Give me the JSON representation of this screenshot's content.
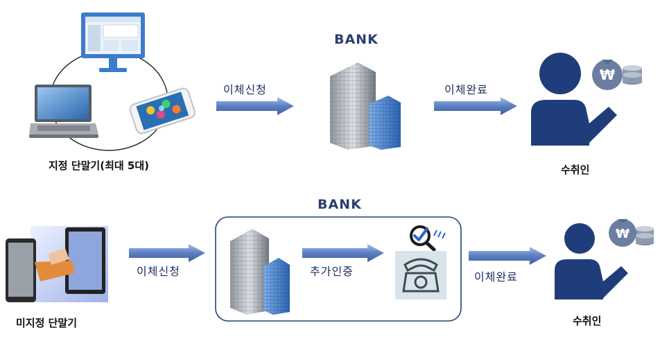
{
  "top_row": {
    "devices_caption": "지정 단말기(최대 5대)",
    "bank_title": "BANK",
    "request_label": "이체신청",
    "complete_label": "이체완료",
    "recipient_caption": "수취인"
  },
  "bottom_row": {
    "device_caption": "미지정 단말기",
    "bank_title": "BANK",
    "request_label": "이체신청",
    "auth_label": "추가인증",
    "complete_label": "이체완료",
    "recipient_caption": "수취인"
  },
  "icons": {
    "currency_symbol": "₩"
  },
  "colors": {
    "arrow": "#5b7fc1",
    "person": "#1f3d7a",
    "bank_box_border": "#27407a"
  }
}
